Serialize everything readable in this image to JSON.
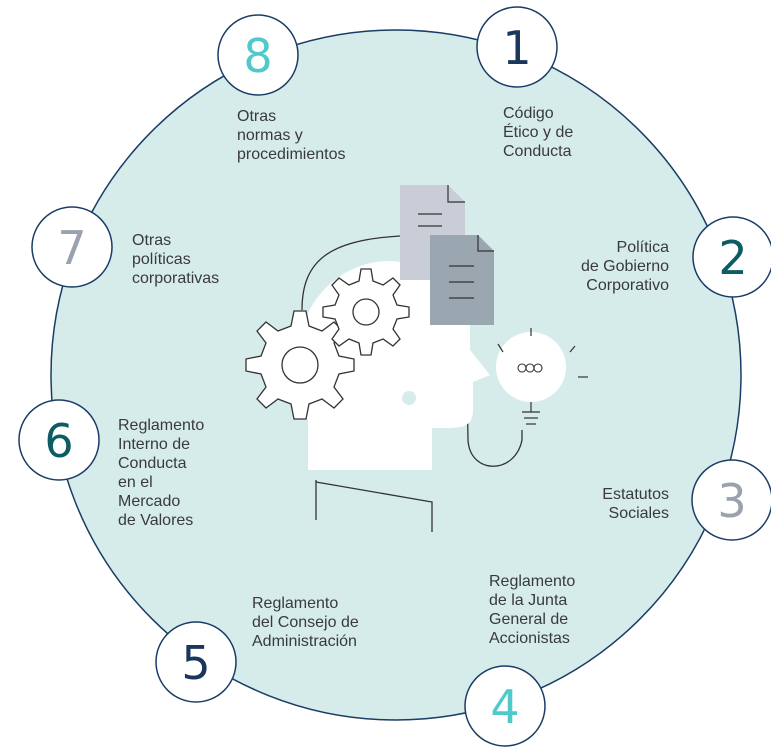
{
  "colors": {
    "circle_fill": "#d5eceb",
    "ring_stroke": "#1a3c66",
    "badge_fill": "#ffffff",
    "badge_stroke": "#1a3c66",
    "head_fill": "#ffffff",
    "doc_light": "#c9cdd7",
    "doc_dark": "#9aa6b0",
    "line_dark": "#333333"
  },
  "items": [
    {
      "number": "1",
      "color": "#1b365d",
      "label": "Código\nÉtico y de\nConducta"
    },
    {
      "number": "2",
      "color": "#0e5c63",
      "label": "Política\nde Gobierno\nCorporativo"
    },
    {
      "number": "3",
      "color": "#9aa3ad",
      "label": "Estatutos\nSociales"
    },
    {
      "number": "4",
      "color": "#4fc9c9",
      "label": "Reglamento\nde la Junta\nGeneral de\nAccionistas"
    },
    {
      "number": "5",
      "color": "#1b365d",
      "label": "Reglamento\ndel Consejo de\nAdministración"
    },
    {
      "number": "6",
      "color": "#0e5c63",
      "label": "Reglamento\nInterno de\nConducta\nen el\nMercado\nde Valores"
    },
    {
      "number": "7",
      "color": "#9aa3ad",
      "label": "Otras\npolíticas\ncorporativas"
    },
    {
      "number": "8",
      "color": "#4fc9c9",
      "label": "Otras\nnormas y\nprocedimientos"
    }
  ]
}
